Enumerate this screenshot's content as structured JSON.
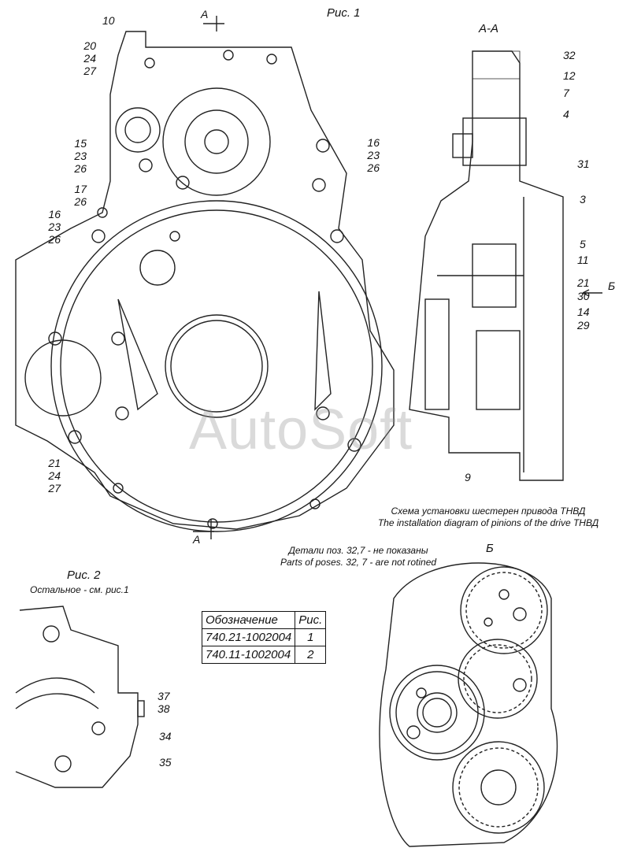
{
  "figure1": {
    "title": "Рис. 1",
    "section_marker_top": "А",
    "section_marker_bottom": "А",
    "callouts": {
      "c10": "10",
      "c20_24_27": [
        "20",
        "24",
        "27"
      ],
      "c15_23_26": [
        "15",
        "23",
        "26"
      ],
      "c17_26": [
        "17",
        "26"
      ],
      "c16_23_26_left": [
        "16",
        "23",
        "26"
      ],
      "c16_23_26_right": [
        "16",
        "23",
        "26"
      ],
      "c21_24_27": [
        "21",
        "24",
        "27"
      ]
    }
  },
  "section_aa": {
    "title": "А-А",
    "callouts": [
      "32",
      "12",
      "7",
      "4",
      "31",
      "3",
      "5",
      "11",
      "21",
      "30",
      "14",
      "29",
      "9"
    ],
    "view_arrow": "Б",
    "caption_ru": "Схема установки шестерен привода ТНВД",
    "caption_en": "The installation diagram of pinions of the drive ТНВД"
  },
  "note": {
    "ru": "Детали поз. 32,7 - не показаны",
    "en": "Parts of poses. 32, 7 - are not rotined"
  },
  "view_b": {
    "title": "Б"
  },
  "figure2": {
    "title": "Рис. 2",
    "subtitle": "Остальное - см. рис.1",
    "callouts": [
      "37",
      "38",
      "34",
      "35"
    ]
  },
  "spec_table": {
    "headers": [
      "Обозначение",
      "Рис."
    ],
    "rows": [
      [
        "740.21-1002004",
        "1"
      ],
      [
        "740.11-1002004",
        "2"
      ]
    ]
  },
  "watermark": "AutoSoft"
}
